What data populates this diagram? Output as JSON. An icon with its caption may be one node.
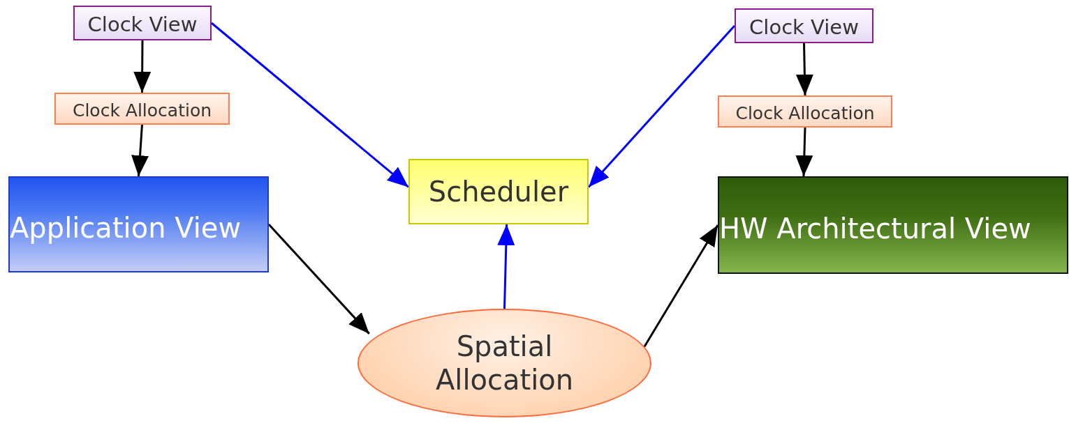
{
  "diagram": {
    "nodes": [
      {
        "text": [
          "Clock View"
        ]
      },
      {
        "text": [
          "Clock Allocation"
        ]
      },
      {
        "text": [
          "Application View"
        ]
      },
      {
        "text": [
          "Scheduler"
        ]
      },
      {
        "text": [
          "Clock View"
        ]
      },
      {
        "text": [
          "Clock Allocation"
        ]
      },
      {
        "text": [
          "HW Architectural View"
        ]
      },
      {
        "text": [
          "Spatial Allocation"
        ]
      }
    ],
    "edges": [
      {
        "from": 0,
        "to": 1,
        "arrow": "to"
      },
      {
        "from": 1,
        "to": 2,
        "arrow": "to"
      },
      {
        "from": 0,
        "to": 3,
        "arrow": "to",
        "color": "#0000ff"
      },
      {
        "from": 4,
        "to": 3,
        "arrow": "to",
        "color": "#0000ff"
      },
      {
        "from": 4,
        "to": 5,
        "arrow": "to"
      },
      {
        "from": 5,
        "to": 6,
        "arrow": "to"
      },
      {
        "from": 2,
        "to": 7,
        "arrow": "to"
      },
      {
        "from": 7,
        "to": 3,
        "arrow": "to",
        "color": "#0000ff"
      },
      {
        "from": 7,
        "to": 6,
        "arrow": "to"
      }
    ]
  }
}
